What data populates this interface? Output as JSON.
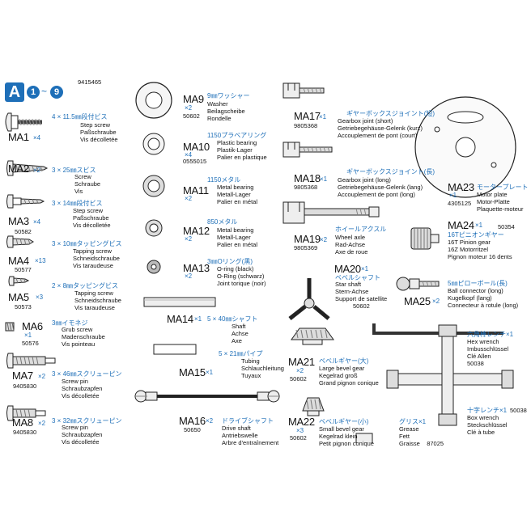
{
  "header": {
    "letter": "A",
    "from": "1",
    "sep": "~",
    "to": "9",
    "code": "9415465"
  },
  "parts": {
    "ma1": {
      "code": "MA1",
      "qty": "×4",
      "ja": "4 × 11.5㎜段付ビス",
      "lines": [
        "Step screw",
        "Paßschraube",
        "Vis décolletée"
      ]
    },
    "ma2": {
      "code": "MA2",
      "qty": "×2",
      "ja": "3 × 25㎜スビス",
      "lines": [
        "Screw",
        "Schraube",
        "Vis"
      ]
    },
    "ma3": {
      "code": "MA3",
      "qty": "×4",
      "num": "50582",
      "ja": "3 × 14㎜段付ビス",
      "lines": [
        "Step screw",
        "Paßschraube",
        "Vis décolletée"
      ]
    },
    "ma4": {
      "code": "MA4",
      "qty": "×13",
      "num": "50577",
      "ja": "3 × 10㎜タッピングビス",
      "lines": [
        "Tapping screw",
        "Schneidschraube",
        "Vis taraudeuse"
      ]
    },
    "ma5": {
      "code": "MA5",
      "qty": "×3",
      "num": "50573",
      "ja": "2 × 8㎜タッピングビス",
      "lines": [
        "Tapping screw",
        "Schneidschraube",
        "Vis taraudeuse"
      ]
    },
    "ma6": {
      "code": "MA6",
      "qty": "×1",
      "num": "50576",
      "ja": "3㎜イモネジ",
      "lines": [
        "Grub screw",
        "Madenschraube",
        "Vis pointeau"
      ]
    },
    "ma7": {
      "code": "MA7",
      "qty": "×2",
      "num": "9405830",
      "ja": "3 × 46㎜スクリューピン",
      "lines": [
        "Screw pin",
        "Schraubzapfen",
        "Vis décolletée"
      ]
    },
    "ma8": {
      "code": "MA8",
      "qty": "×2",
      "num": "9405830",
      "ja": "3 × 32㎜スクリューピン",
      "lines": [
        "Screw pin",
        "Schraubzapfen",
        "Vis décolletée"
      ]
    },
    "ma9": {
      "code": "MA9",
      "qty": "×2",
      "num": "50602",
      "ja": "9㎜ワッシャー",
      "lines": [
        "Washer",
        "Beilagscheibe",
        "Rondelle"
      ]
    },
    "ma10": {
      "code": "MA10",
      "qty": "×4",
      "num": "0555015",
      "ja": "1150プラベアリング",
      "lines": [
        "Plastic bearing",
        "Plastik-Lager",
        "Palier en plastique"
      ]
    },
    "ma11": {
      "code": "MA11",
      "qty": "×2",
      "ja": "1150メタル",
      "lines": [
        "Metal bearing",
        "Metall-Lager",
        "Palier en métal"
      ]
    },
    "ma12": {
      "code": "MA12",
      "qty": "×2",
      "ja": "850メタル",
      "lines": [
        "Metal bearing",
        "Metall-Lager",
        "Palier en métal"
      ]
    },
    "ma13": {
      "code": "MA13",
      "qty": "×2",
      "ja": "3㎜Oリング(黒)",
      "lines": [
        "O-ring (black)",
        "O-Ring (schwarz)",
        "Joint torique (noir)"
      ]
    },
    "ma14": {
      "code": "MA14",
      "qty": "×1",
      "ja": "5 × 40㎜シャフト",
      "lines": [
        "Shaft",
        "Achse",
        "Axe"
      ]
    },
    "ma15": {
      "code": "MA15",
      "qty": "×1",
      "ja": "5 × 21㎜パイプ",
      "lines": [
        "Tubing",
        "Schlauchleitung",
        "Tuyaux"
      ]
    },
    "ma16": {
      "code": "MA16",
      "qty": "×2",
      "num": "50650",
      "ja": "ドライブシャフト",
      "lines": [
        "Drive shaft",
        "Antriebswelle",
        "Arbre d'entraînement"
      ]
    },
    "ma17": {
      "code": "MA17",
      "qty": "×1",
      "num": "9805368",
      "ja": "ギヤーボックスジョイント(短)",
      "lines": [
        "Gearbox joint (short)",
        "Getriebegehäuse-Gelenk (kurz)",
        "Accouplement de pont (court)"
      ]
    },
    "ma18": {
      "code": "MA18",
      "qty": "×1",
      "num": "9805368",
      "ja": "ギヤーボックスジョイント(長)",
      "lines": [
        "Gearbox joint (long)",
        "Getriebegehäuse-Gelenk (lang)",
        "Accouplement de pont (long)"
      ]
    },
    "ma19": {
      "code": "MA19",
      "qty": "×2",
      "num": "9805369",
      "ja": "ホイールアクスル",
      "lines": [
        "Wheel axle",
        "Rad-Achse",
        "Axe de roue"
      ]
    },
    "ma20": {
      "code": "MA20",
      "qty": "×1",
      "num": "50602",
      "ja": "ベベルシャフト",
      "lines": [
        "Star shaft",
        "Stern-Achse",
        "Support de satellite"
      ]
    },
    "ma21": {
      "code": "MA21",
      "qty": "×2",
      "num": "50602",
      "ja": "ベベルギヤー(大)",
      "lines": [
        "Large bevel gear",
        "Kegelrad groß",
        "Grand pignon conique"
      ]
    },
    "ma22": {
      "code": "MA22",
      "qty": "×3",
      "num": "50602",
      "ja": "ベベルギヤー(小)",
      "lines": [
        "Small bevel gear",
        "Kegelrad klein",
        "Petit pignon conique"
      ]
    },
    "ma23": {
      "code": "MA23",
      "qty": "×1",
      "num": "4305125",
      "ja": "モータープレート",
      "lines": [
        "Motor plate",
        "Motor-Platte",
        "Plaquette-moteur"
      ]
    },
    "ma24": {
      "code": "MA24",
      "qty": "×1",
      "num": "50354",
      "ja": "16Tピニオンギヤー",
      "lines": [
        "16T Pinion gear",
        "16Z Motorritzel",
        "Pignon moteur 16 dents"
      ]
    },
    "ma25": {
      "code": "MA25",
      "qty": "×2",
      "ja": "5㎜ピローボール(長)",
      "lines": [
        "Ball connector (long)",
        "Kugelkopf (lang)",
        "Connecteur à rotule (long)"
      ]
    }
  },
  "tools": {
    "hex": {
      "ja": "六角棒レンチ",
      "qty": "×1",
      "num": "50038",
      "lines": [
        "Hex wrench",
        "Imbusschlüssel",
        "Clé Allen"
      ]
    },
    "box": {
      "ja": "十字レンチ",
      "qty": "×1",
      "num": "50038",
      "lines": [
        "Box wrench",
        "Steckschlüssel",
        "Clé à tube"
      ]
    },
    "grease": {
      "ja": "グリス",
      "qty": "×1",
      "num": "87025",
      "lines": [
        "Grease",
        "Fett",
        "Graisse"
      ]
    }
  }
}
